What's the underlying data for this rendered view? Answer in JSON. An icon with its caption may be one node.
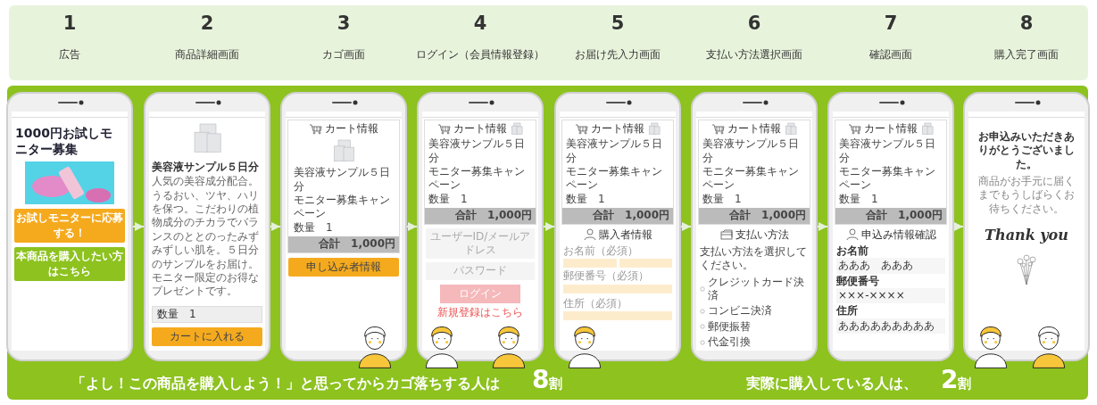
{
  "diagram": {
    "nodes": [
      {
        "text": [
          "1000円お試しモニター募集",
          "お試しモニターに応募する！",
          "本商品を購入したい方はこちら"
        ]
      },
      {
        "text": [
          "美容液サンプル５日分",
          "人気の美容成分配合。うるおい、ツヤ、ハリを保つ。こだわりの植物成分のチカラでバランスのととのったみずみずしい肌を。５日分のサンプルをお届け。モニター限定のお得なプレゼントです。",
          "数量　1",
          "カートに入れる"
        ]
      },
      {
        "text": [
          "カート情報",
          "美容液サンプル５日分",
          "モニター募集キャンペーン",
          "数量　1",
          "合計　1,000円",
          "申し込み者情報"
        ]
      },
      {
        "text": [
          "カート情報",
          "美容液サンプル５日分",
          "モニター募集キャンペーン",
          "数量　1",
          "合計　1,000円",
          "ユーザーID/メールアドレス",
          "パスワード",
          "ログイン",
          "新規登録はこちら"
        ]
      },
      {
        "text": [
          "カート情報",
          "美容液サンプル５日分",
          "モニター募集キャンペーン",
          "数量　1",
          "合計　1,000円",
          "購入者情報",
          "お名前（必須）",
          "郵便番号（必須）",
          "住所（必須）"
        ]
      },
      {
        "text": [
          "カート情報",
          "美容液サンプル５日分",
          "モニター募集キャンペーン",
          "数量　1",
          "合計　1,000円",
          "支払い方法",
          "支払い方法を選択してください。",
          "クレジットカード決済",
          "コンビニ決済",
          "郵便振替",
          "代金引換"
        ]
      },
      {
        "text": [
          "カート情報",
          "美容液サンプル５日分",
          "モニター募集キャンペーン",
          "数量　1",
          "合計　1,000円",
          "申込み情報確認",
          "お名前",
          "あああ　あああ",
          "郵便番号",
          "×××-××××",
          "住所",
          "あああああああああ"
        ]
      },
      {
        "text": [
          "お申込みいただきありがとうございました。",
          "商品がお手元に届くまでもうしばらくお待ちください。",
          "Thank you"
        ]
      }
    ],
    "edges": [
      {
        "from": 0,
        "to": 1,
        "arrow": "to"
      },
      {
        "from": 1,
        "to": 2,
        "arrow": "to"
      },
      {
        "from": 2,
        "to": 3,
        "arrow": "to"
      },
      {
        "from": 3,
        "to": 4,
        "arrow": "to"
      },
      {
        "from": 4,
        "to": 5,
        "arrow": "to"
      },
      {
        "from": 5,
        "to": 6,
        "arrow": "to"
      },
      {
        "from": 6,
        "to": 7,
        "arrow": "to"
      }
    ],
    "labels": [
      "1",
      "広告",
      "2",
      "商品詳細画面",
      "3",
      "カゴ画面",
      "4",
      "ログイン（会員情報登録）",
      "5",
      "お届け先入力画面",
      "6",
      "支払い方法選択画面",
      "7",
      "確認画面",
      "8",
      "購入完了画面",
      "「よし！この商品を購入しよう！」と思ってからカゴ落ちする人は",
      "8",
      "割",
      "実際に購入している人は、",
      "2",
      "割"
    ]
  }
}
